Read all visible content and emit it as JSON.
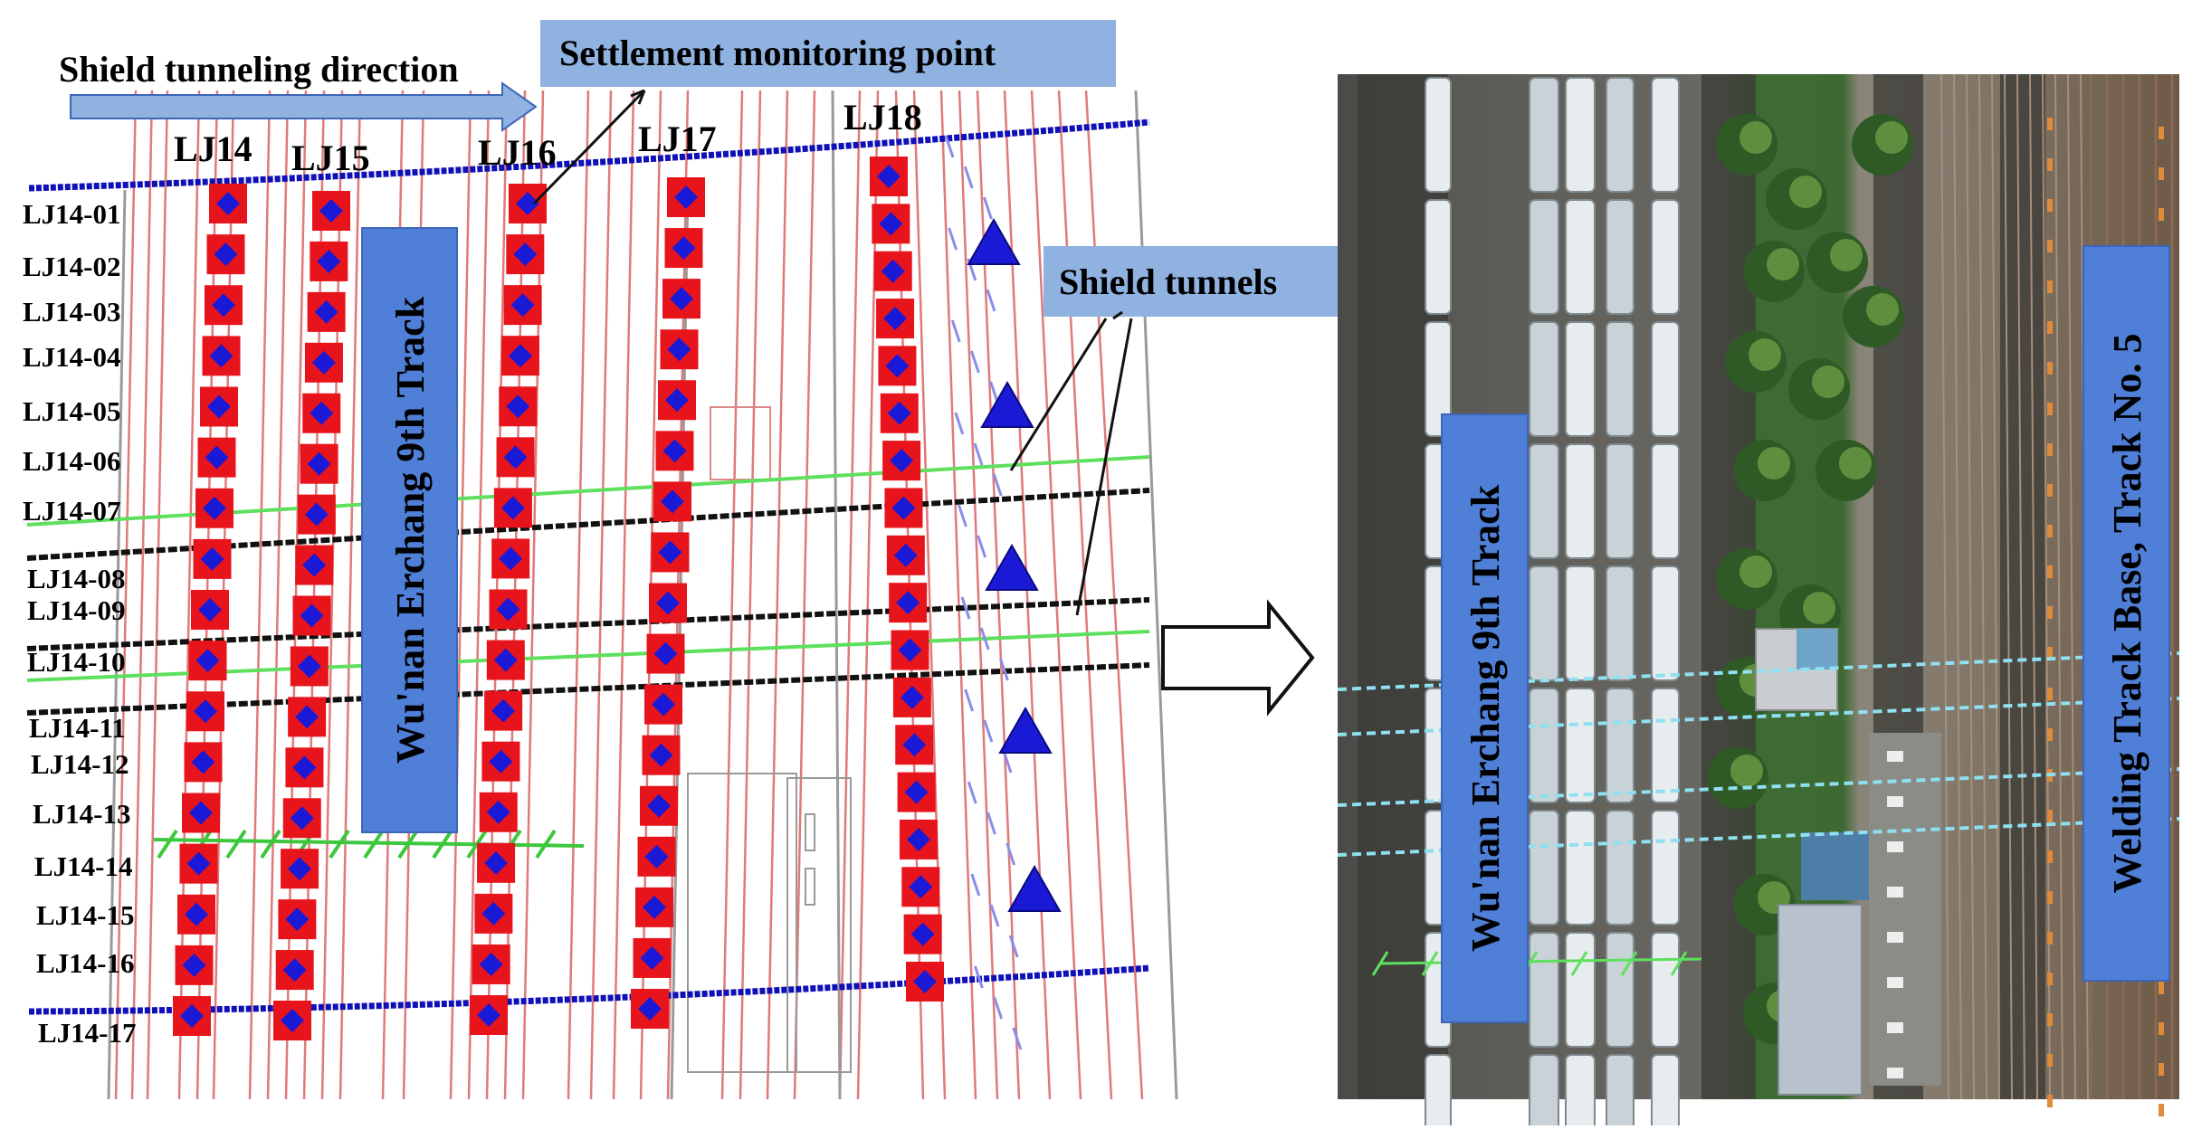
{
  "callouts": {
    "direction": "Shield tunneling direction",
    "monitoring_point": "Settlement monitoring point",
    "shield_tunnels": "Shield tunnels"
  },
  "track_labels": {
    "left_track": "Wu'nan Erchang 9th Track",
    "photo_left_track": "Wu'nan Erchang 9th Track",
    "photo_right_track": "Welding Track Base, Track No. 5"
  },
  "survey_lines": [
    "LJ14",
    "LJ15",
    "LJ16",
    "LJ17",
    "LJ18"
  ],
  "point_labels": [
    "LJ14-01",
    "LJ14-02",
    "LJ14-03",
    "LJ14-04",
    "LJ14-05",
    "LJ14-06",
    "LJ14-07",
    "LJ14-08",
    "LJ14-09",
    "LJ14-10",
    "LJ14-11",
    "LJ14-12",
    "LJ14-13",
    "LJ14-14",
    "LJ14-15",
    "LJ14-16",
    "LJ14-17"
  ],
  "colors": {
    "marker_fill": "#e8141c",
    "marker_diamond": "#1a1ad6",
    "boundary_line": "#1010b8",
    "rail_line": "#e07a7a",
    "tunnel_line": "#111111",
    "green_line": "#5ee05e",
    "label_box": "#8fb2e0",
    "track_box": "#4f7fd6",
    "cyan_dashed": "#8fe0f0"
  },
  "icons": {
    "arrow": "right-arrow-icon",
    "triangle": "triangle-marker-icon"
  }
}
